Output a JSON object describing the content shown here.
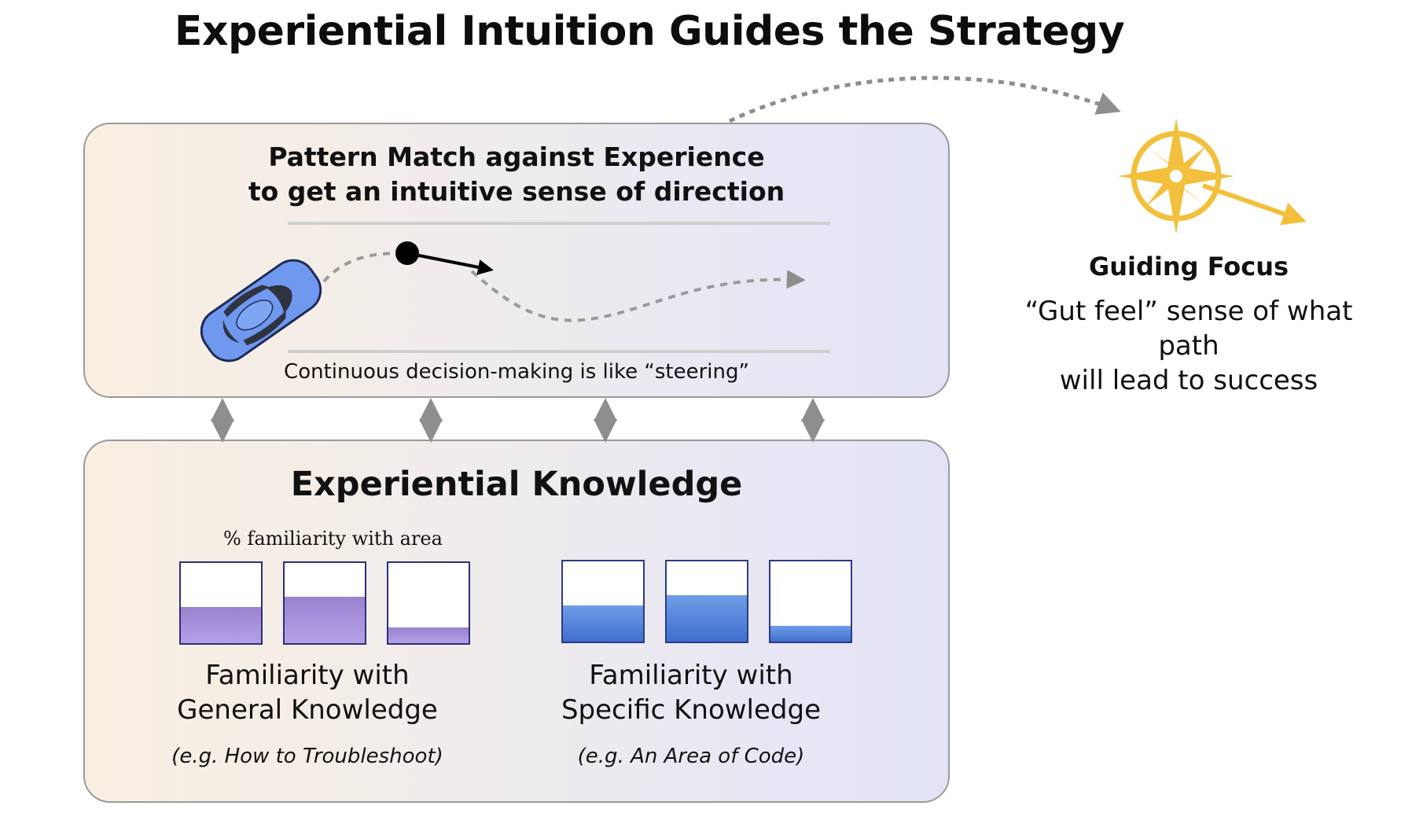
{
  "title": "Experiential Intuition Guides the Strategy",
  "top_panel": {
    "heading_line1": "Pattern Match against Experience",
    "heading_line2": "to get an intuitive sense of direction",
    "caption": "Continuous decision-making is like “steering”"
  },
  "bottom_panel": {
    "heading": "Experiential Knowledge",
    "familiarity_label": "% familiarity with area",
    "general": {
      "line1": "Familiarity with",
      "line2": "General Knowledge",
      "example": "(e.g. How to Troubleshoot)",
      "levels": [
        0.45,
        0.58,
        0.2
      ]
    },
    "specific": {
      "line1": "Familiarity with",
      "line2": "Specific Knowledge",
      "example": "(e.g. An Area of Code)",
      "levels": [
        0.45,
        0.58,
        0.2
      ]
    }
  },
  "guiding": {
    "title": "Guiding Focus",
    "line1": "“Gut feel” sense of what path",
    "line2": "will lead to success"
  },
  "colors": {
    "general_fill": "#9f89d6",
    "specific_fill": "#4f80d9",
    "compass": "#f2c03c",
    "car": "#6f98ef",
    "arrow_gray": "#8e8e8e"
  },
  "icons": [
    "car-icon",
    "compass-icon"
  ]
}
